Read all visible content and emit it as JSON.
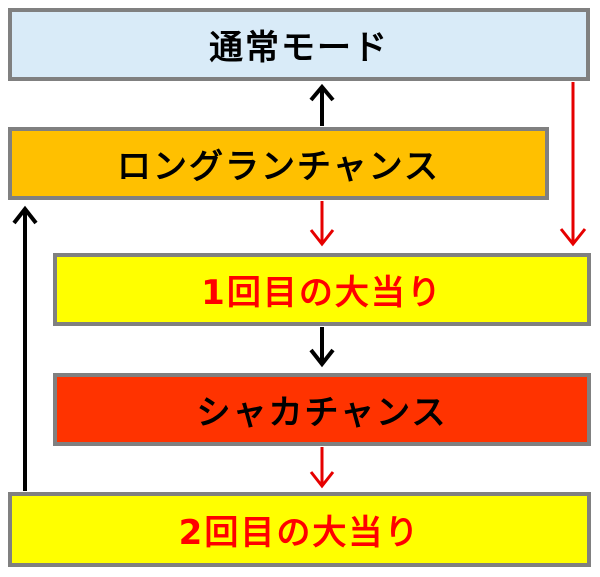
{
  "colors": {
    "arrow_black": "#000000",
    "arrow_red": "#e60000",
    "border": "#808080"
  },
  "boxes": [
    {
      "id": "normal",
      "label": "通常モード",
      "bg": "#d9ebf8",
      "fg": "#000000"
    },
    {
      "id": "longrun",
      "label": "ロングランチャンス",
      "bg": "#ffc000",
      "fg": "#000000"
    },
    {
      "id": "first",
      "label": "1回目の大当り",
      "bg": "#ffff00",
      "fg": "#ff0000"
    },
    {
      "id": "shaka",
      "label": "シャカチャンス",
      "bg": "#ff3300",
      "fg": "#000000"
    },
    {
      "id": "second",
      "label": "2回目の大当り",
      "bg": "#ffff00",
      "fg": "#ff0000"
    }
  ],
  "edges": [
    {
      "from": "longrun",
      "to": "normal",
      "color": "black"
    },
    {
      "from": "normal",
      "to": "first",
      "color": "red"
    },
    {
      "from": "longrun",
      "to": "first",
      "color": "red"
    },
    {
      "from": "first",
      "to": "shaka",
      "color": "black"
    },
    {
      "from": "shaka",
      "to": "second",
      "color": "red"
    },
    {
      "from": "second",
      "to": "longrun",
      "color": "black"
    }
  ]
}
